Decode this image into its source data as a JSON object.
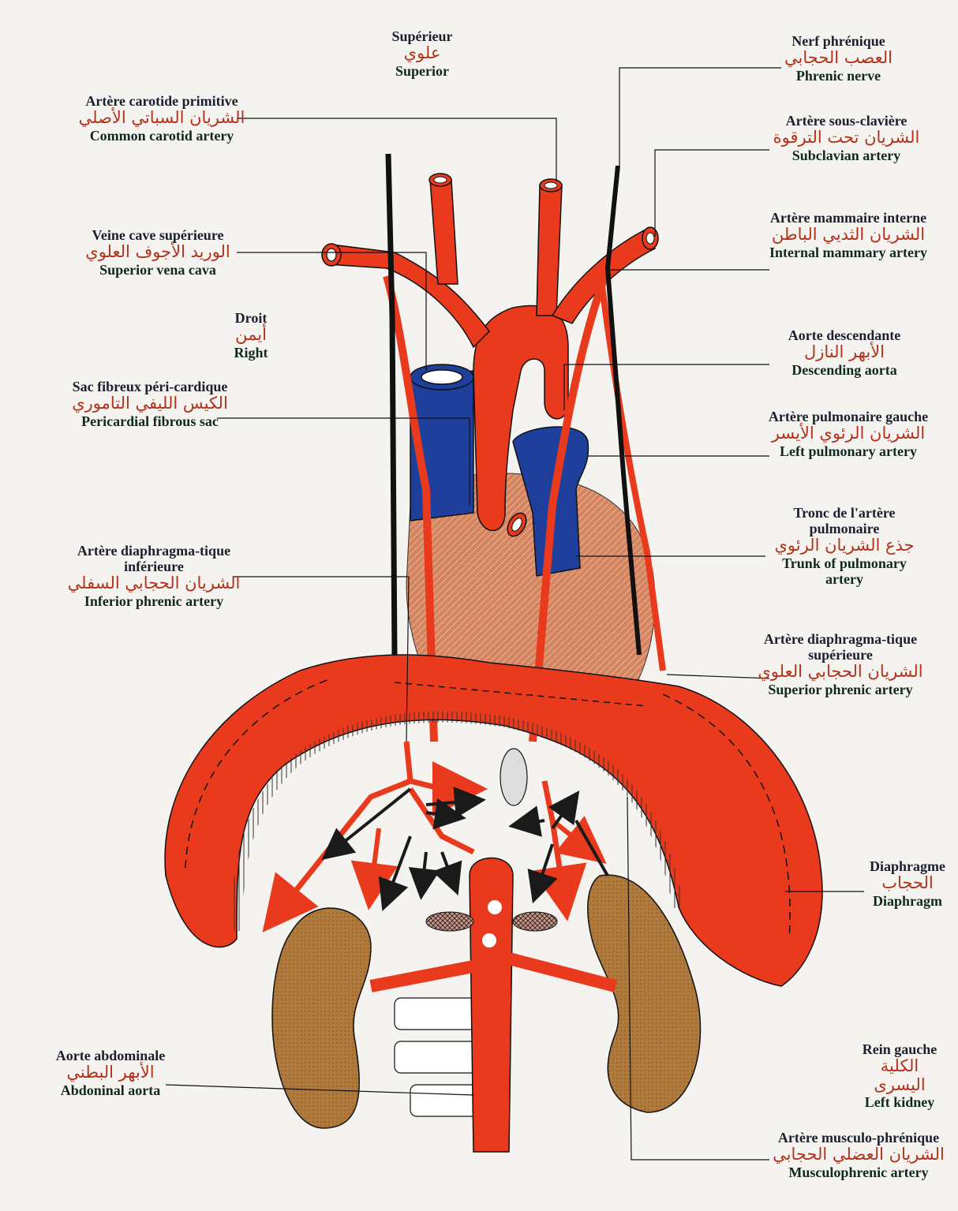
{
  "colors": {
    "artery": "#ea3a1e",
    "vein": "#1f3f9c",
    "heart": "#d4845f",
    "kidney": "#b07a3c",
    "nerve": "#111111",
    "arabic_text": "#b2321b",
    "english_text": "#0f2a1d"
  },
  "orientation": {
    "superior": {
      "fr": "Supérieur",
      "ar": "علوي",
      "en": "Superior"
    },
    "right": {
      "fr": "Droit",
      "ar": "أيمن",
      "en": "Right"
    }
  },
  "labels_left": [
    {
      "id": "common-carotid",
      "fr": "Artère carotide primitive",
      "ar": "الشريان السباتي الأصلي",
      "en": "Common carotid artery"
    },
    {
      "id": "svc",
      "fr": "Veine cave supérieure",
      "ar": "الوريد الأجوف العلوي",
      "en": "Superior vena cava"
    },
    {
      "id": "pericardial-sac",
      "fr": "Sac fibreux péri-cardique",
      "ar": "الكيس الليفي التاموري",
      "en": "Pericardial fibrous sac"
    },
    {
      "id": "inferior-phrenic",
      "fr": "Artère diaphragma-tique inférieure",
      "ar": "الشريان الحجابي السفلي",
      "en": "Inferior phrenic artery"
    },
    {
      "id": "abdominal-aorta",
      "fr": "Aorte abdominale",
      "ar": "الأبهر البطني",
      "en": "Abdoninal aorta"
    }
  ],
  "labels_right": [
    {
      "id": "phrenic-nerve",
      "fr": "Nerf phrénique",
      "ar": "العصب الحجابي",
      "en": "Phrenic nerve"
    },
    {
      "id": "subclavian",
      "fr": "Artère sous-clavière",
      "ar": "الشريان تحت الترقوة",
      "en": "Subclavian artery"
    },
    {
      "id": "internal-mammary",
      "fr": "Artère mammaire interne",
      "ar": "الشريان الثديي الباطن",
      "en": "Internal mammary artery"
    },
    {
      "id": "descending-aorta",
      "fr": "Aorte descendante",
      "ar": "الأبهر النازل",
      "en": "Descending aorta"
    },
    {
      "id": "left-pulmonary",
      "fr": "Artère pulmonaire gauche",
      "ar": "الشريان الرئوي الأيسر",
      "en": "Left pulmonary artery"
    },
    {
      "id": "pulmonary-trunk",
      "fr": "Tronc de l'artère pulmonaire",
      "ar": "جذع الشريان الرئوي",
      "en": "Trunk of pulmonary artery"
    },
    {
      "id": "superior-phrenic",
      "fr": "Artère diaphragma-tique supérieure",
      "ar": "الشريان الحجابي العلوي",
      "en": "Superior phrenic artery"
    },
    {
      "id": "diaphragm",
      "fr": "Diaphragme",
      "ar": "الحجاب",
      "en": "Diaphragm"
    },
    {
      "id": "left-kidney",
      "fr": "Rein gauche",
      "ar": "الكلية اليسرى",
      "en": "Left kidney"
    },
    {
      "id": "musculophrenic",
      "fr": "Artère musculo-phrénique",
      "ar": "الشريان العضلي الحجابي",
      "en": "Musculophrenic artery"
    }
  ]
}
